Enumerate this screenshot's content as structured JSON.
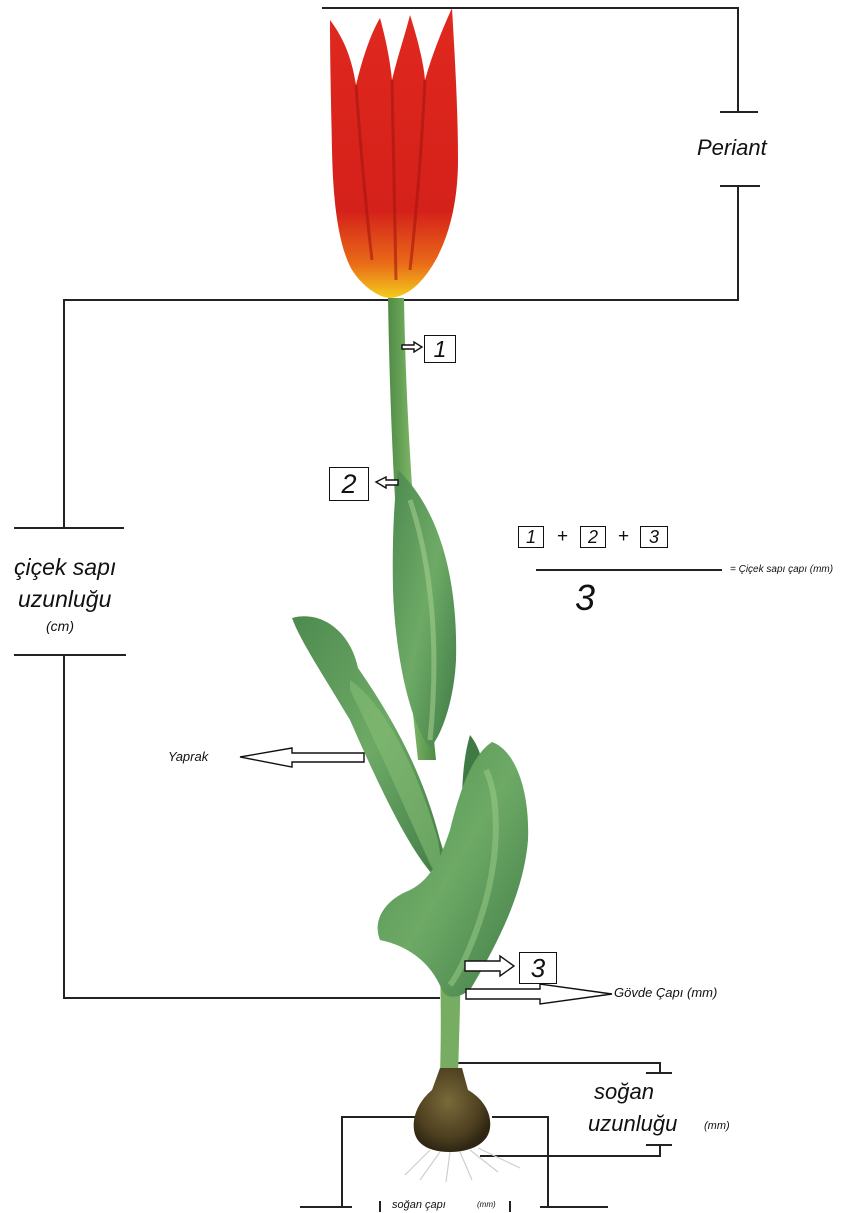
{
  "labels": {
    "periant": "Periant",
    "cicek_sapi_uzunlugu_l1": "çiçek sapı",
    "cicek_sapi_uzunlugu_l2": "uzunluğu",
    "cicek_sapi_uzunlugu_unit": "(cm)",
    "yaprak": "Yaprak",
    "govde_capi": "Gövde Çapı (mm)",
    "sogan_uzunlugu_l1": "soğan",
    "sogan_uzunlugu_l2": "uzunluğu",
    "sogan_uzunlugu_unit": "(mm)",
    "sogan_capi": "soğan çapı",
    "sogan_capi_unit": "(mm)"
  },
  "markers": [
    "1",
    "2",
    "3"
  ],
  "formula": {
    "term1": "1",
    "plus1": "+",
    "term2": "2",
    "plus2": "+",
    "term3": "3",
    "denominator": "3",
    "result": "= Çiçek sapı çapı (mm)"
  },
  "colors": {
    "petal": "#d8231c",
    "petal_dark": "#a5150f",
    "petal_base": "#f2c21a",
    "stem": "#6fa55a",
    "leaf": "#5f9a5c",
    "leaf_dark": "#3f7a45",
    "bulb": "#5a4a2a",
    "line": "#222222"
  }
}
